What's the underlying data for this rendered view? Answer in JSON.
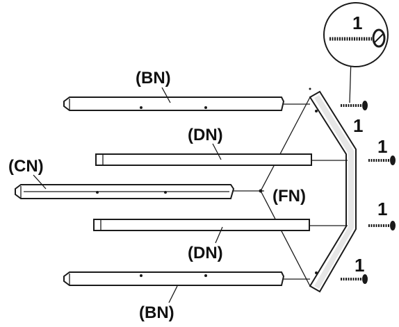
{
  "labels": {
    "bn_top": "(BN)",
    "bn_bottom": "(BN)",
    "dn_top": "(DN)",
    "dn_bottom": "(DN)",
    "cn": "(CN)",
    "fn": "(FN)"
  },
  "callout": {
    "qty": "1"
  },
  "screws": [
    {
      "qty": "1"
    },
    {
      "qty": "1"
    },
    {
      "qty": "1"
    },
    {
      "qty": "1"
    }
  ],
  "colors": {
    "line": "#1a1a1a",
    "background": "#ffffff"
  }
}
